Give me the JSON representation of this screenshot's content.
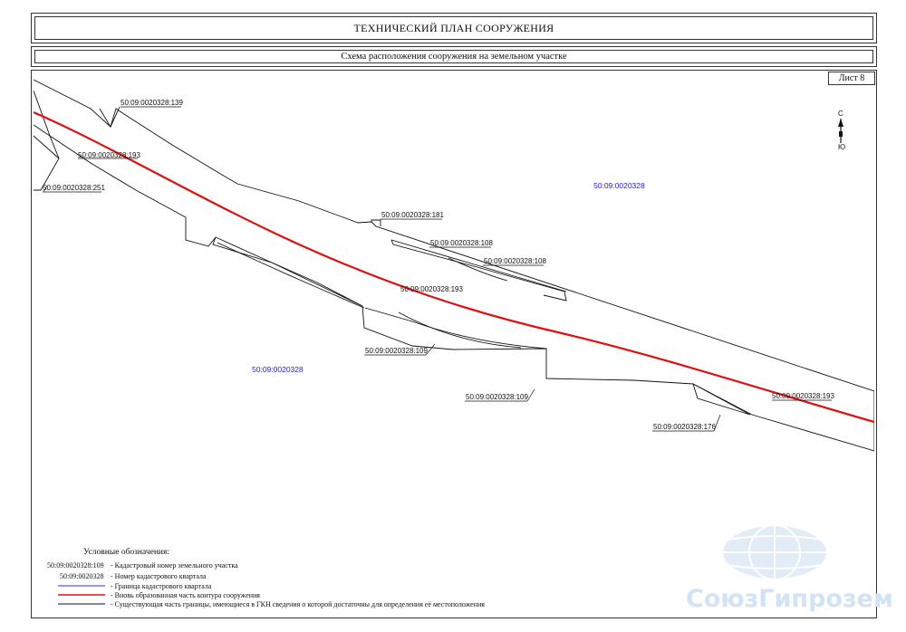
{
  "header": {
    "title": "ТЕХНИЧЕСКИЙ  ПЛАН СООРУЖЕНИЯ",
    "subtitle": "Схема расположения сооружения на земельном участке"
  },
  "sheet": {
    "label": "Лист  8"
  },
  "north_arrow": {
    "north": "С",
    "south": "Ю"
  },
  "parcels": {
    "p139": "50:09:0020328:139",
    "p193_a": "50:09:0020328:193",
    "p251": "50:09:0020328:251",
    "p181": "50:09:0020328:181",
    "p108_a": "50:09:0020328:108",
    "p108_b": "50:09:0020328:108",
    "p193_b": "50:09:0020328:193",
    "p109_a": "50:09:0020328:109",
    "p109_b": "50:09:0020328:109",
    "p193_c": "50:09:0020328:193",
    "p176": "50:09:0020328:176"
  },
  "quarters": {
    "q_top": "50:09:0020328",
    "q_bottom": "50:09:0020328"
  },
  "legend": {
    "title": "Условные обозначения:",
    "items": [
      {
        "sample": "50:09:0020328:109",
        "text": "-  Кадастровый номер  земельного участка"
      },
      {
        "sample": "50:09:0020328",
        "text": "-  Номер кадастрового  квартала"
      },
      {
        "sample": "",
        "text": "-  Граница кадастрового квартала"
      },
      {
        "sample": "",
        "text": "-  Вновь образованная часть контура сооружения"
      },
      {
        "sample": "",
        "text": "-  Существующая часть границы, имеющиеся в ГКН сведения о которой  достаточны для определения её местоположения"
      }
    ]
  },
  "watermark": {
    "text": "СоюзГипрозем"
  },
  "colors": {
    "structure_line": "#e01010",
    "quarter_text": "#1a1aff",
    "quarter_line": "#2a2aff",
    "boundary": "#111111",
    "watermark": "#d2e3f5"
  },
  "icons": [
    "north-arrow-icon",
    "globe-logo-icon"
  ]
}
